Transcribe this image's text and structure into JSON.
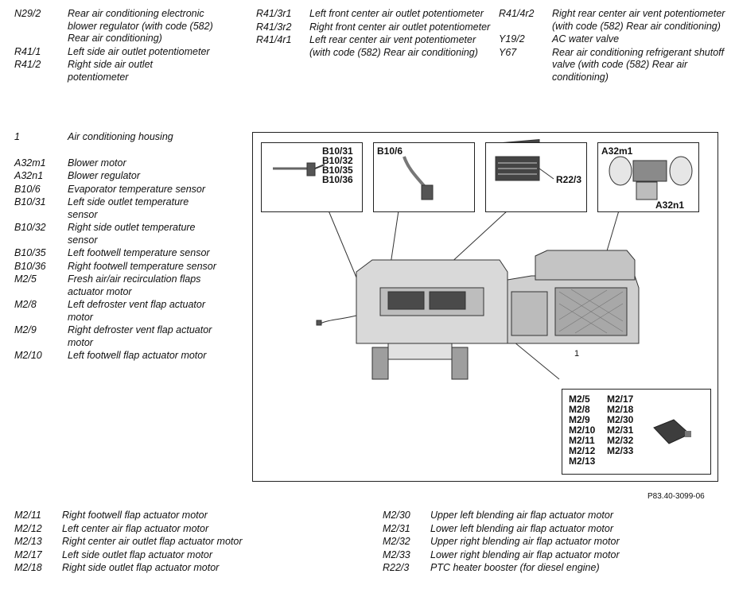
{
  "legend_top_left": [
    {
      "code": "N29/2",
      "desc": "Rear air conditioning electronic blower regulator (with code (582) Rear air conditioning)"
    },
    {
      "code": "R41/1",
      "desc": "Left side air outlet potentiometer"
    },
    {
      "code": "R41/2",
      "desc": "Right side air outlet potentiometer"
    }
  ],
  "legend_top_mid": [
    {
      "code": "R41/3r1",
      "desc": "Left front center air outlet potentiometer"
    },
    {
      "code": "R41/3r2",
      "desc": "Right front center air outlet potentiometer"
    },
    {
      "code": "R41/4r1",
      "desc": "Left rear center air vent potentiometer (with code (582) Rear air conditioning)"
    }
  ],
  "legend_top_right": [
    {
      "code": "R41/4r2",
      "desc": "Right rear center air vent potentiometer (with code (582) Rear air conditioning)"
    },
    {
      "code": "Y19/2",
      "desc": "AC water valve"
    },
    {
      "code": "Y67",
      "desc": "Rear air conditioning refrigerant shutoff valve (with code (582) Rear air conditioning)"
    }
  ],
  "legend_left": [
    {
      "code": "1",
      "desc": "Air conditioning housing"
    },
    {
      "code": "A32m1",
      "desc": "Blower motor"
    },
    {
      "code": "A32n1",
      "desc": "Blower regulator"
    },
    {
      "code": "B10/6",
      "desc": "Evaporator temperature sensor"
    },
    {
      "code": "B10/31",
      "desc": "Left side outlet temperature sensor"
    },
    {
      "code": "B10/32",
      "desc": "Right side outlet temperature sensor"
    },
    {
      "code": "B10/35",
      "desc": "Left footwell temperature sensor"
    },
    {
      "code": "B10/36",
      "desc": "Right footwell temperature sensor"
    },
    {
      "code": "M2/5",
      "desc": "Fresh air/air recirculation flaps actuator motor"
    },
    {
      "code": "M2/8",
      "desc": "Left defroster vent flap actuator motor"
    },
    {
      "code": "M2/9",
      "desc": "Right defroster vent flap actuator motor"
    },
    {
      "code": "M2/10",
      "desc": "Left footwell flap actuator motor"
    }
  ],
  "legend_bottom_left": [
    {
      "code": "M2/11",
      "desc": "Right footwell flap actuator motor"
    },
    {
      "code": "M2/12",
      "desc": "Left center air flap actuator motor"
    },
    {
      "code": "M2/13",
      "desc": "Right center air outlet flap actuator motor"
    },
    {
      "code": "M2/17",
      "desc": "Left side outlet flap actuator motor"
    },
    {
      "code": "M2/18",
      "desc": "Right side outlet flap actuator motor"
    }
  ],
  "legend_bottom_right": [
    {
      "code": "M2/30",
      "desc": "Upper left blending air flap actuator motor"
    },
    {
      "code": "M2/31",
      "desc": "Lower left blending air flap actuator motor"
    },
    {
      "code": "M2/32",
      "desc": "Upper right blending air flap actuator motor"
    },
    {
      "code": "M2/33",
      "desc": "Lower right blending air flap actuator motor"
    },
    {
      "code": "R22/3",
      "desc": "PTC heater booster (for diesel engine)"
    }
  ],
  "figure": {
    "sensor_labels": [
      "B10/31",
      "B10/32",
      "B10/35",
      "B10/36"
    ],
    "evap_label": "B10/6",
    "heater_label": "R22/3",
    "blower_motor_label": "A32m1",
    "blower_regulator_label": "A32n1",
    "housing_label": "1",
    "motors_col1": [
      "M2/5",
      "M2/8",
      "M2/9",
      "M2/10",
      "M2/11",
      "M2/12",
      "M2/13"
    ],
    "motors_col2": [
      "M2/17",
      "M2/18",
      "M2/30",
      "M2/31",
      "M2/32",
      "M2/33"
    ]
  },
  "reference": "P83.40-3099-06"
}
